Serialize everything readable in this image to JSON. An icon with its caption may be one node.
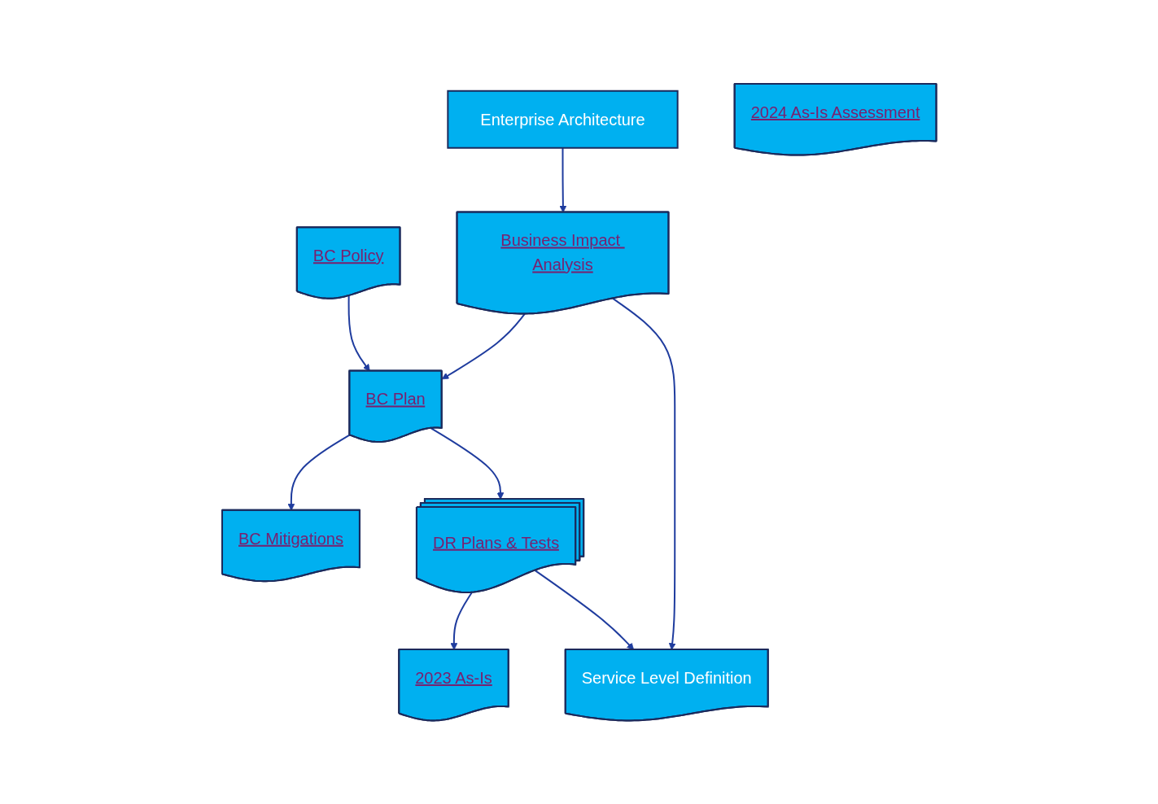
{
  "diagram": {
    "nodes": [
      {
        "text": [
          "Enterprise Architecture"
        ]
      },
      {
        "text": [
          "BC Policy"
        ]
      },
      {
        "text": [
          "Business Impact Analysis"
        ]
      },
      {
        "text": [
          "BC Plan"
        ]
      },
      {
        "text": [
          "BC Mitigations"
        ]
      },
      {
        "text": [
          "DR Plans & Tests"
        ]
      },
      {
        "text": [
          "2023 As-Is"
        ]
      },
      {
        "text": [
          "2024 As-Is Assessment"
        ]
      },
      {
        "text": [
          "Service Level Definition"
        ]
      }
    ],
    "edges": [
      {
        "from": 0,
        "to": 2,
        "arrow": "to"
      },
      {
        "from": 1,
        "to": 3,
        "arrow": "to"
      },
      {
        "from": 2,
        "to": 3,
        "arrow": "to"
      },
      {
        "from": 3,
        "to": 4,
        "arrow": "to"
      },
      {
        "from": 3,
        "to": 5,
        "arrow": "to"
      },
      {
        "from": 5,
        "to": 6,
        "arrow": "to"
      },
      {
        "from": 5,
        "to": 8,
        "arrow": "to"
      },
      {
        "from": 2,
        "to": 8,
        "arrow": "to"
      }
    ]
  }
}
